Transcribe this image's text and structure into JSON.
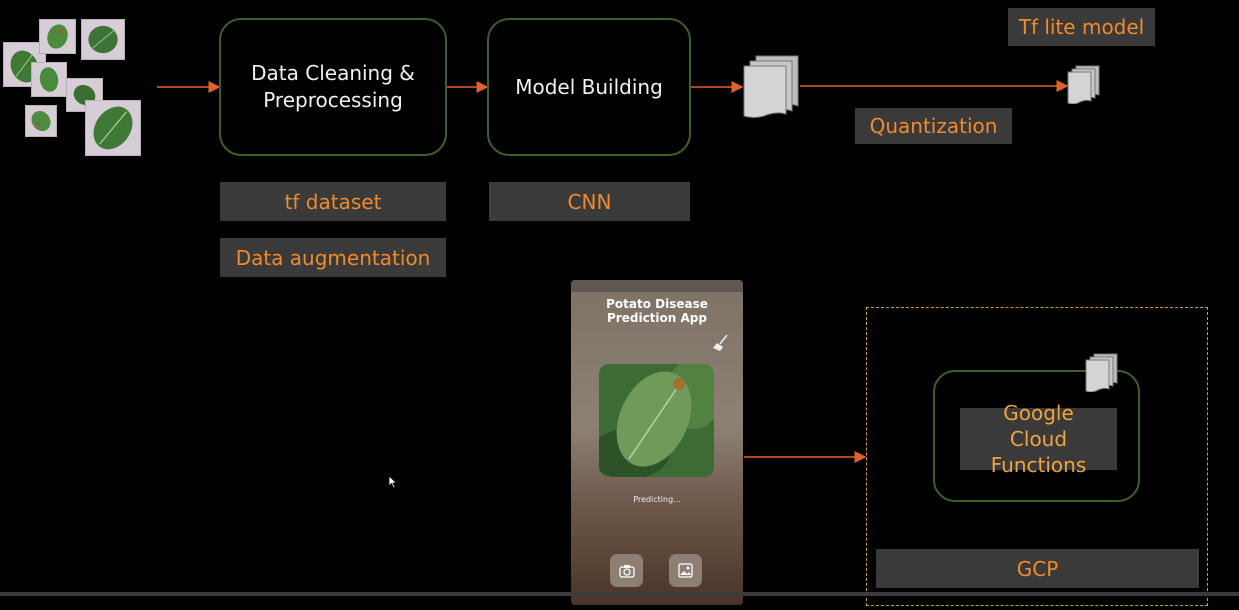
{
  "stages": {
    "data_cleaning": "Data Cleaning & Preprocessing",
    "model_building": "Model Building"
  },
  "tags": {
    "tf_dataset": "tf dataset",
    "data_augmentation": "Data augmentation",
    "cnn": "CNN",
    "quantization": "Quantization",
    "tf_lite_model": "Tf lite model",
    "google_cloud_functions": "Google Cloud Functions",
    "gcp": "GCP"
  },
  "phone": {
    "title": "Potato Disease Prediction App",
    "status_text": "Predicting..."
  },
  "icons": [
    "leaf-image-icon",
    "document-stack-icon",
    "broom-icon",
    "camera-icon",
    "gallery-icon",
    "mouse-cursor-icon"
  ],
  "colors": {
    "background": "#000000",
    "stage_border": "#3f5f2a",
    "tag_bg": "#3a3a3a",
    "tag_text": "#f08a2c",
    "arrow": "#e0642a",
    "gcp_border": "#c9a325"
  }
}
